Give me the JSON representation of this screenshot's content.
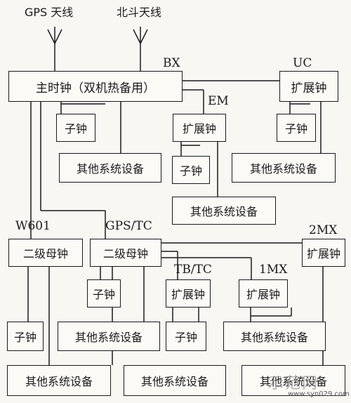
{
  "antennas": {
    "gps": "GPS 天线",
    "beidou": "北斗天线"
  },
  "labels": {
    "bx": "BX",
    "uc": "UC",
    "em": "EM",
    "w601": "W601",
    "gps_tc": "GPS/TC",
    "mx2": "2MX",
    "tb_tc": "TB/TC",
    "mx1": "1MX"
  },
  "boxes": {
    "master_clock": "主时钟（双机热备用）",
    "slave_clock": "子钟",
    "expansion_clock": "扩展钟",
    "secondary_master_clock": "二级母钟",
    "other_equipment": "其他系统设备"
  },
  "watermark": {
    "logo": "示范网",
    "url": "www.syn029.com"
  }
}
